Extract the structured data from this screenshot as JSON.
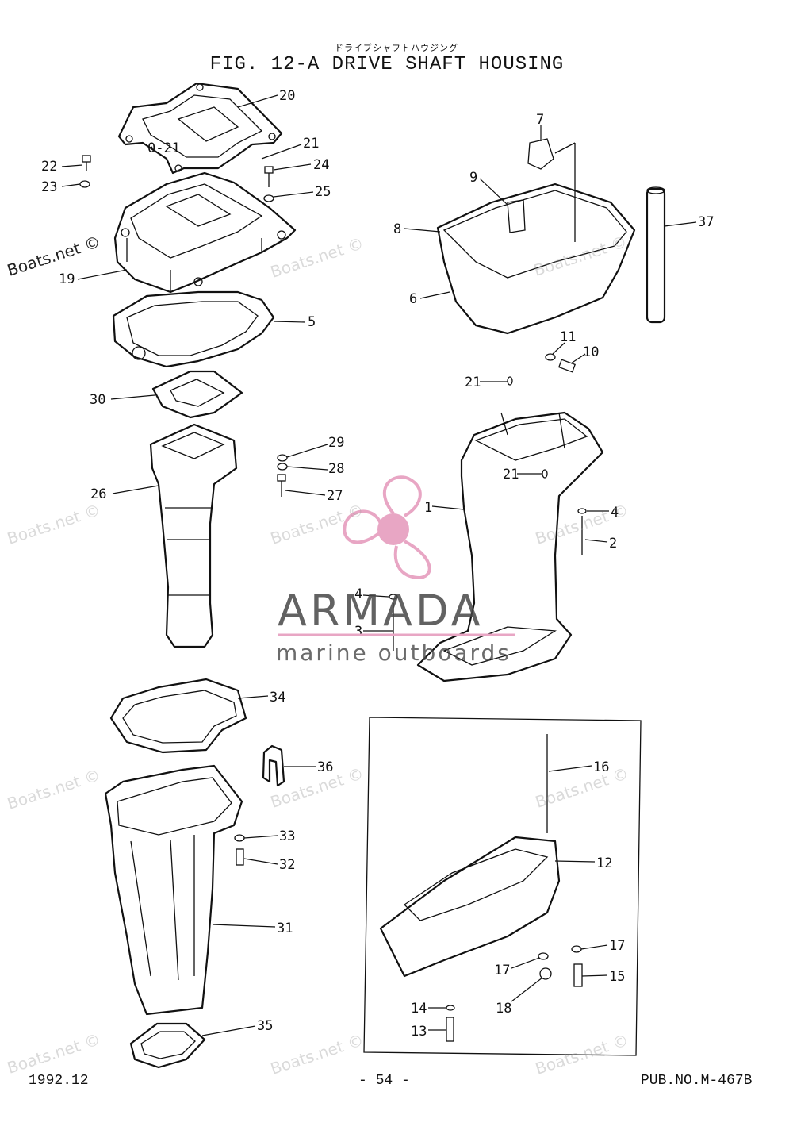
{
  "header": {
    "subtitle_jp": "ドライブシャフトハウジング",
    "title": "FIG. 12-A DRIVE SHAFT HOUSING"
  },
  "footer": {
    "date": "1992.12",
    "page": "- 54 -",
    "pub_no": "PUB.NO.M-467B"
  },
  "watermark": {
    "site": "Boats.net ©",
    "brand": "ARMADA",
    "brand_sub": "marine outboards",
    "accent_color": "#e8a6c4"
  },
  "callouts": {
    "c20": "20",
    "c0_21": "0-21",
    "c21a": "21",
    "c24": "24",
    "c22": "22",
    "c23": "23",
    "c25": "25",
    "c19": "19",
    "c5": "5",
    "c30": "30",
    "c29": "29",
    "c28": "28",
    "c26": "26",
    "c27": "27",
    "c7": "7",
    "c9": "9",
    "c8": "8",
    "c6": "6",
    "c37": "37",
    "c11": "11",
    "c10": "10",
    "c21b": "21",
    "c21c": "21",
    "c1": "1",
    "c4a": "4",
    "c2": "2",
    "c4b": "4",
    "c3": "3",
    "c34": "34",
    "c36": "36",
    "c33": "33",
    "c32": "32",
    "c31": "31",
    "c35": "35",
    "c16": "16",
    "c12": "12",
    "c17a": "17",
    "c17b": "17",
    "c15": "15",
    "c18": "18",
    "c14": "14",
    "c13": "13"
  }
}
